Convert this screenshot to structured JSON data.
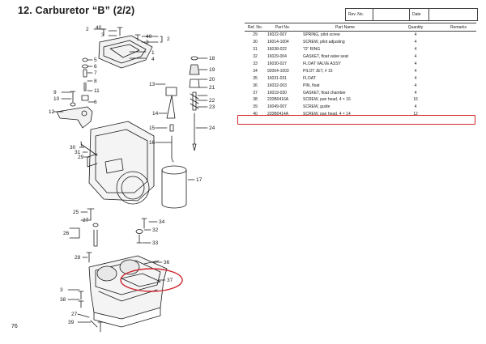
{
  "header": {
    "title": "12.  Carburetor “B” (2/2)"
  },
  "rev_box": {
    "rev_label": "Rev. No.",
    "rev_value": "",
    "date_label": "Date",
    "date_value": ""
  },
  "table": {
    "columns": [
      "Ref. No.",
      "Part No.",
      "Part Name",
      "Quantity",
      "Remarks"
    ],
    "rows": [
      {
        "ref": "29",
        "part": "16022-007",
        "name": "SPRING, pilot screw",
        "qty": "4",
        "remarks": ""
      },
      {
        "ref": "30",
        "part": "16014-1004",
        "name": "SCREW, pilot adjusting",
        "qty": "4",
        "remarks": ""
      },
      {
        "ref": "31",
        "part": "16038-022",
        "name": "“O” RING",
        "qty": "4",
        "remarks": ""
      },
      {
        "ref": "32",
        "part": "16029-004",
        "name": "GASKET, float valve seat",
        "qty": "4",
        "remarks": ""
      },
      {
        "ref": "33",
        "part": "16030-027",
        "name": "FLOAT VALVE ASSY",
        "qty": "4",
        "remarks": ""
      },
      {
        "ref": "34",
        "part": "92064-1003",
        "name": "PILOT JET, # 15",
        "qty": "4",
        "remarks": ""
      },
      {
        "ref": "35",
        "part": "16031-031",
        "name": "FLOAT",
        "qty": "4",
        "remarks": ""
      },
      {
        "ref": "36",
        "part": "16032-003",
        "name": "PIN, float",
        "qty": "4",
        "remarks": ""
      },
      {
        "ref": "37",
        "part": "16019-030",
        "name": "GASKET, float chamber",
        "qty": "4",
        "remarks": ""
      },
      {
        "ref": "38",
        "part": "220B0416A",
        "name": "SCREW, pan head, 4 × 16",
        "qty": "16",
        "remarks": ""
      },
      {
        "ref": "39",
        "part": "16049-007",
        "name": "SCREW, guide",
        "qty": "4",
        "remarks": ""
      },
      {
        "ref": "40",
        "part": "220B0414A",
        "name": "SCREW, pan head, 4 × 14",
        "qty": "12",
        "remarks": ""
      }
    ]
  },
  "diagram": {
    "callouts": [
      "2",
      "40",
      "3",
      "1",
      "4",
      "40",
      "3",
      "2",
      "5",
      "6",
      "7",
      "8",
      "9",
      "10",
      "11",
      "6",
      "12",
      "13",
      "18",
      "19",
      "20",
      "21",
      "22",
      "23",
      "14",
      "15",
      "24",
      "16",
      "30",
      "31",
      "29",
      "17",
      "25",
      "27",
      "26",
      "34",
      "32",
      "33",
      "28",
      "36",
      "37",
      "3",
      "38",
      "27",
      "39"
    ]
  },
  "footer": {
    "page_number": "76"
  },
  "colors": {
    "highlight": "#d0272f",
    "ink": "#1a1a1a"
  }
}
